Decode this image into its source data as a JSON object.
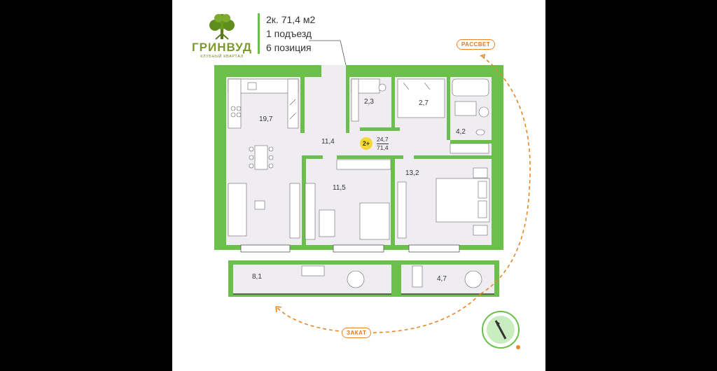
{
  "brand": {
    "name": "ГРИНВУД",
    "tagline": "КЛУБНЫЙ КВАРТАЛ"
  },
  "info": {
    "line1": "2к. 71,4 м2",
    "line2": "1 подъезд",
    "line3": "6 позиция"
  },
  "rooms": {
    "kitchen": "19,7",
    "bath_small": "2,3",
    "wardrobe": "2,7",
    "bathroom": "4,2",
    "hall": "11,4",
    "bedroom_small": "11,5",
    "bedroom": "13,2",
    "balcony_left": "8,1",
    "balcony_right": "4,7"
  },
  "totals": {
    "badge": "2+",
    "living": "24,7",
    "total": "71,4"
  },
  "directions": {
    "sunrise": "РАССВЕТ",
    "sunset": "ЗАКАТ"
  },
  "colors": {
    "wall": "#6bc04b",
    "floor": "#efedf1",
    "accent": "#e8872a",
    "badge": "#f5d838"
  }
}
